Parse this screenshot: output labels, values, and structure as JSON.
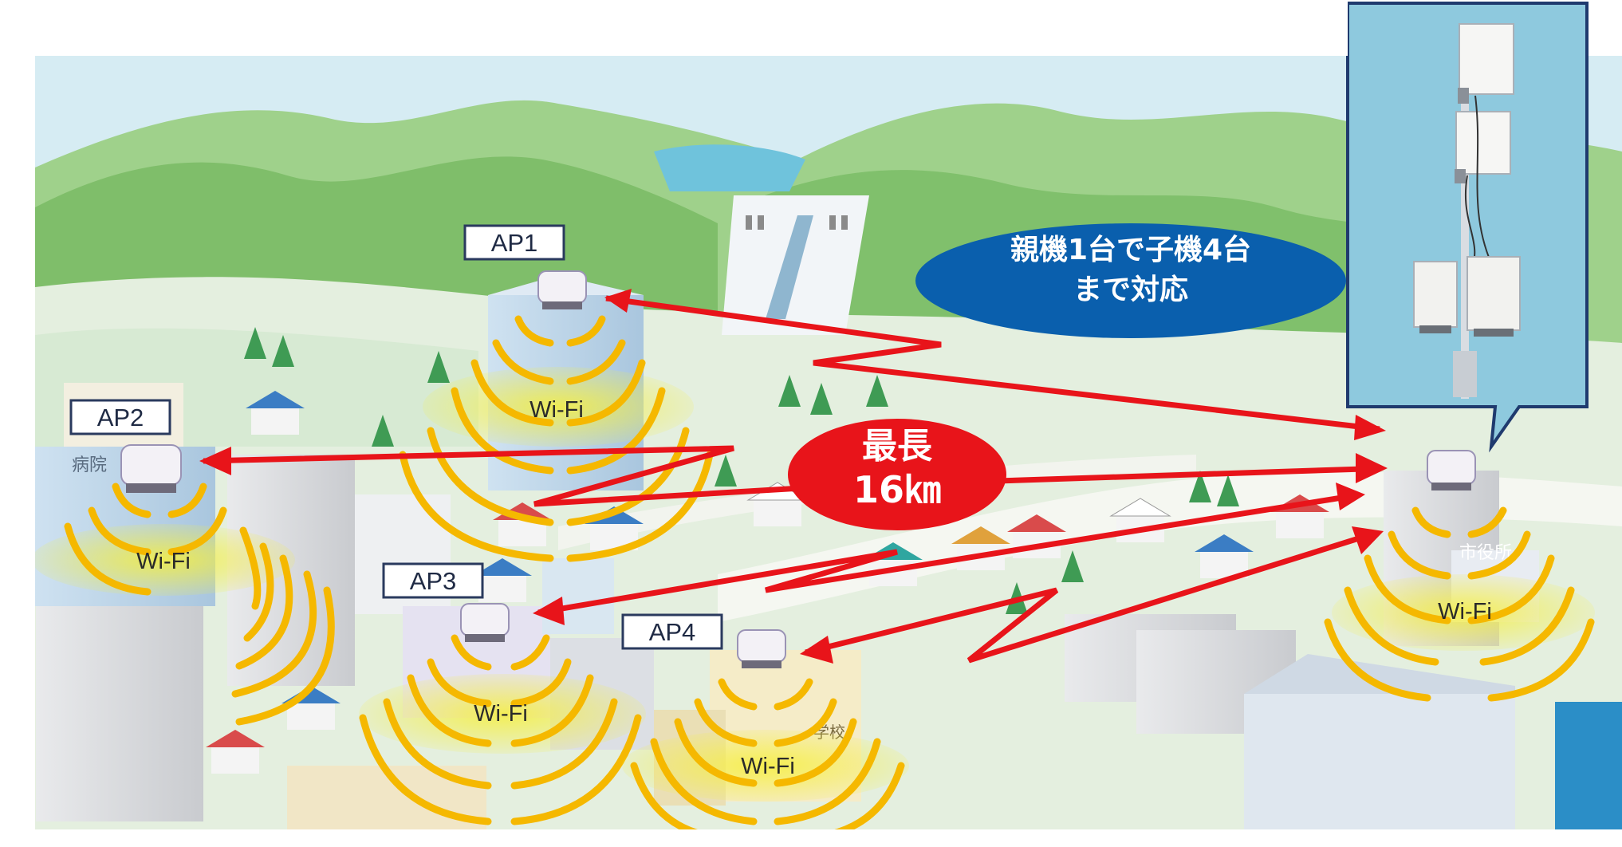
{
  "access_points": [
    {
      "id": "ap1",
      "label": "AP1"
    },
    {
      "id": "ap2",
      "label": "AP2"
    },
    {
      "id": "ap3",
      "label": "AP3"
    },
    {
      "id": "ap4",
      "label": "AP4"
    }
  ],
  "wifi_label": "Wi-Fi",
  "capacity_bubble": {
    "line1": "親機1台で子機4台",
    "line2": "まで対応"
  },
  "distance_badge": {
    "line1": "最長",
    "line2": "16㎞"
  },
  "building_signs": {
    "hospital": "病院",
    "city_office": "市役所",
    "school": "学校"
  },
  "colors": {
    "link_arrow": "#e8141a",
    "wifi_wave": "#f5b800",
    "wifi_glow": "#f3ea3a",
    "bubble_fill": "#0a5fad",
    "badge_fill": "#e8141a",
    "inset_bg": "#8ec9de",
    "inset_border": "#1f3a6e",
    "mountain": "#7fbf6b",
    "sky": "#dbeef6",
    "ground": "#e6efe2"
  }
}
